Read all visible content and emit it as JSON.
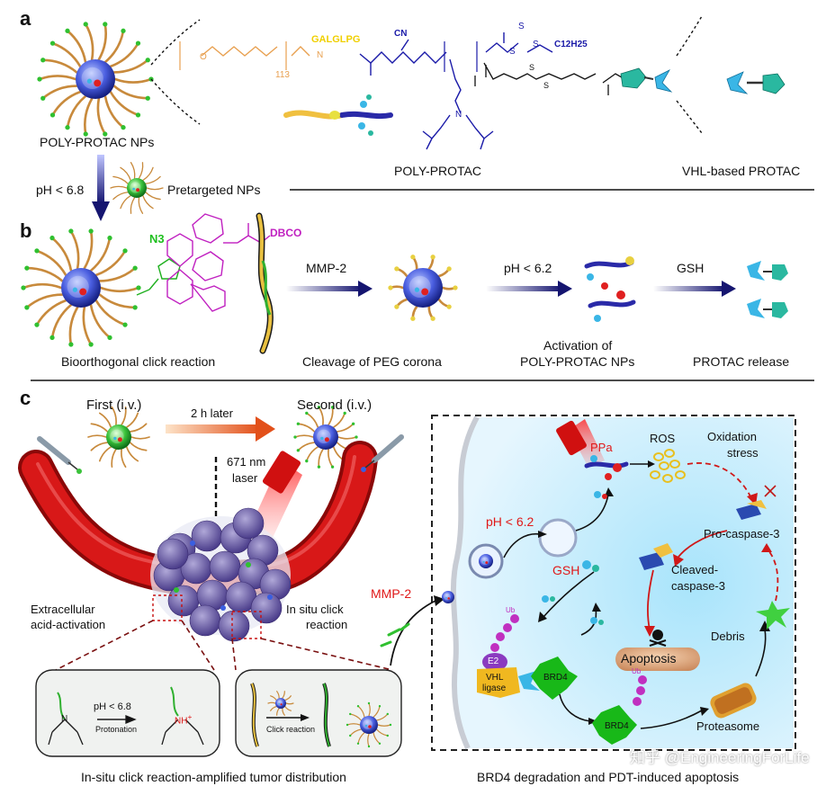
{
  "panel_a": {
    "letter": "a",
    "np_caption": "POLY-PROTAC NPs",
    "peg_repeat": "113",
    "peptide": "GALGLPG",
    "cn": "CN",
    "s_atom": "S",
    "alkyl": "C12H25",
    "n_atom": "N",
    "o_atom": "O",
    "poly_caption": "POLY-PROTAC",
    "vhl_caption": "VHL-based PROTAC",
    "ph_condition": "pH < 6.8",
    "pretargeted": "Pretargeted NPs"
  },
  "panel_b": {
    "letter": "b",
    "azide": "N3",
    "dbco": "DBCO",
    "mmp2": "MMP-2",
    "ph": "pH < 6.2",
    "gsh": "GSH",
    "cap_click": "Bioorthogonal click reaction",
    "cap_peg": "Cleavage of PEG corona",
    "cap_activation_1": "Activation of",
    "cap_activation_2": "POLY-PROTAC NPs",
    "cap_release": "PROTAC release"
  },
  "panel_c": {
    "letter": "c",
    "first": "First (i.v.)",
    "second": "Second (i.v.)",
    "delay": "2 h later",
    "laser_1": "671 nm",
    "laser_2": "laser",
    "extracellular_1": "Extracellular",
    "extracellular_2": "acid-activation",
    "insitu_1": "In situ click",
    "insitu_2": "reaction",
    "inset_ph": "pH < 6.8",
    "protonation": "Protonation",
    "nh_plus": "NH",
    "click_reaction": "Click reaction",
    "mmp2": "MMP-2",
    "ppa": "PPa",
    "ros": "ROS",
    "oxidation_1": "Oxidation",
    "oxidation_2": "stress",
    "ph_cell": "pH < 6.2",
    "gsh": "GSH",
    "pro_caspase": "Pro-caspase-3",
    "cleaved_1": "Cleaved-",
    "cleaved_2": "caspase-3",
    "apoptosis": "Apoptosis",
    "debris": "Debris",
    "ub": "Ub",
    "e2": "E2",
    "vhl_1": "VHL",
    "vhl_2": "ligase",
    "brd4": "BRD4",
    "proteasome": "Proteasome",
    "caption_left": "In-situ click reaction-amplified tumor distribution",
    "caption_right": "BRD4 degradation and PDT-induced apoptosis",
    "watermark": "知乎 @EngineeringForLife"
  },
  "colors": {
    "peptide": "#f5e000",
    "polymer": "#1a1aa8",
    "peg": "#e8a050",
    "dbco": "#c020c0",
    "azide": "#20c020",
    "arrow_dark": "#151570",
    "red_text": "#e01818",
    "vessel": "#c81010"
  }
}
